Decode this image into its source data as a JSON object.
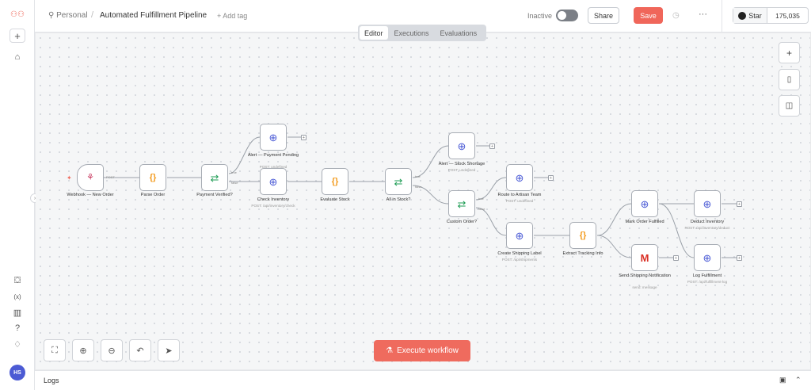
{
  "header": {
    "owner": "Personal",
    "workflow_name": "Automated Fulfillment Pipeline",
    "add_tag": "+ Add tag",
    "status_label": "Inactive",
    "share_label": "Share",
    "save_label": "Save",
    "github_star_label": "Star",
    "github_star_count": "175,035"
  },
  "tabs": [
    {
      "label": "Editor",
      "active": true
    },
    {
      "label": "Executions",
      "active": false
    },
    {
      "label": "Evaluations",
      "active": false
    }
  ],
  "sidebar": {
    "avatar_initials": "HS",
    "icons": [
      "n8n-logo-icon",
      "plus-icon",
      "home-icon",
      "templates-icon",
      "variables-icon",
      "insights-icon",
      "help-icon",
      "notifications-icon"
    ]
  },
  "canvas": {
    "execute_label": "Execute workflow",
    "logs_label": "Logs",
    "right_tools": [
      "plus-icon",
      "sticky-note-icon",
      "panel-icon"
    ],
    "bottom_tools": [
      "fit-view-icon",
      "zoom-in-icon",
      "zoom-out-icon",
      "undo-icon",
      "cursor-icon"
    ]
  },
  "nodes": {
    "webhook": {
      "label": "Webhook — New Order",
      "sub": ""
    },
    "parse": {
      "label": "Parse Order",
      "sub": ""
    },
    "payment": {
      "label": "Payment Verified?",
      "sub": ""
    },
    "alertpay": {
      "label": "Alert — Payment Pending",
      "sub": "POST: undefined"
    },
    "checkinv": {
      "label": "Check Inventory",
      "sub": "POST: /api/inventory/check"
    },
    "evalstock": {
      "label": "Evaluate Stock",
      "sub": ""
    },
    "allstock": {
      "label": "All in Stock?",
      "sub": ""
    },
    "alertstock": {
      "label": "Alert — Stock Shortage",
      "sub": "POST: undefined"
    },
    "custom": {
      "label": "Custom Order?",
      "sub": ""
    },
    "artisan": {
      "label": "Route to Artisan Team",
      "sub": "POST: undefined"
    },
    "shiplabel": {
      "label": "Create Shipping Label",
      "sub": "POST: /api/shipments"
    },
    "tracking": {
      "label": "Extract Tracking Info",
      "sub": ""
    },
    "markful": {
      "label": "Mark Order Fulfilled",
      "sub": ""
    },
    "sendnotif": {
      "label": "Send Shipping Notification",
      "sub": "send: message"
    },
    "deduct": {
      "label": "Deduct Inventory",
      "sub": "POST: /api/inventory/deduct"
    },
    "logful": {
      "label": "Log Fulfillment",
      "sub": "POST: /api/fulfillment-log"
    }
  },
  "edge_labels": {
    "post": "POST",
    "true": "true",
    "false": "false"
  },
  "colors": {
    "accent": "#ef6b5e",
    "globe": "#4b5bd6",
    "code": "#f39a1c",
    "if": "#1f9d55"
  }
}
